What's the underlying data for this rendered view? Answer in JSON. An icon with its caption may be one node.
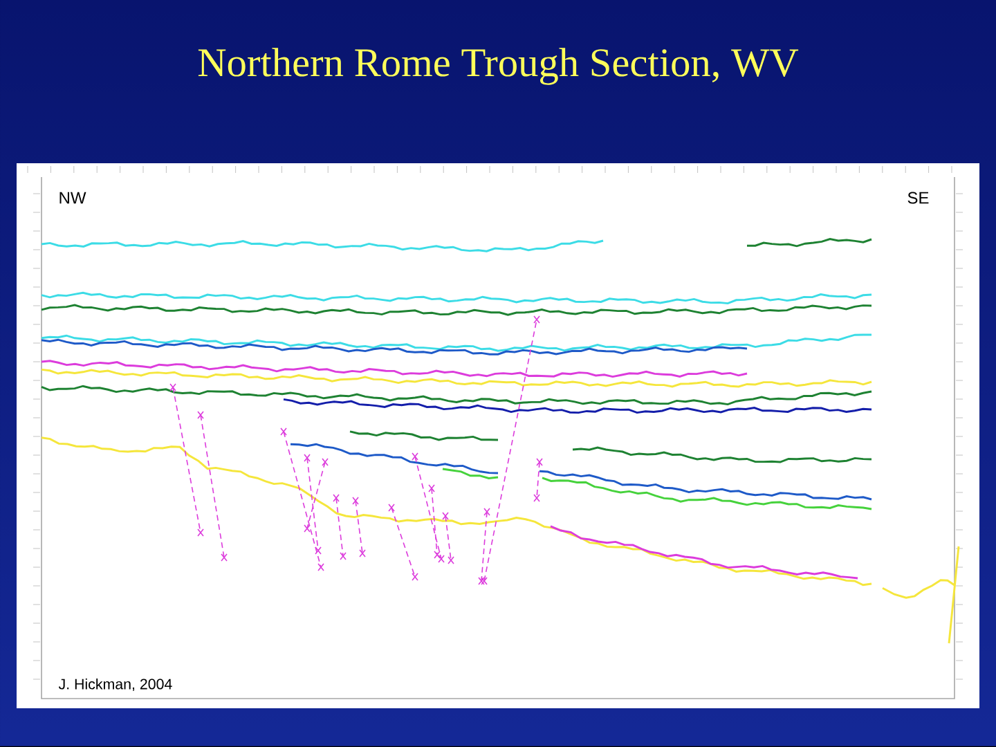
{
  "diagram": {
    "title": "Northern Rome Trough Section, WV",
    "labels": [
      "NW",
      "SE",
      "J. Hickman, 2004"
    ]
  }
}
